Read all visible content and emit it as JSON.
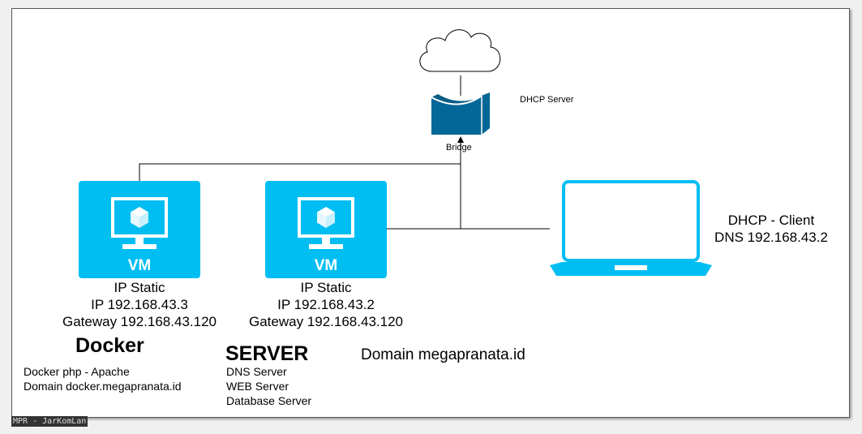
{
  "cloud": {
    "icon": "cloud-icon"
  },
  "bridge": {
    "label": "Bridge",
    "icon": "bridge-icon",
    "color": "#036897"
  },
  "dhcp_server": {
    "label": "DHCP Server"
  },
  "vm1": {
    "badge": "VM",
    "lines": [
      "IP Static",
      "IP 192.168.43.3",
      "Gateway 192.168.43.120"
    ],
    "role_title": "Docker",
    "role_lines": [
      "Docker php - Apache",
      "Domain docker.megapranata.id"
    ]
  },
  "vm2": {
    "badge": "VM",
    "lines": [
      "IP Static",
      "IP 192.168.43.2",
      "Gateway 192.168.43.120"
    ],
    "role_title": "SERVER",
    "role_lines": [
      "DNS Server",
      "WEB Server",
      "Database Server"
    ]
  },
  "domain": {
    "label": "Domain megapranata.id"
  },
  "client": {
    "icon": "laptop-icon",
    "lines": [
      "DHCP - Client",
      "DNS 192.168.43.2"
    ]
  },
  "colors": {
    "vm": "#00bef2",
    "bridge": "#036897"
  },
  "footer": {
    "label": "MPR - JarKomLan"
  }
}
